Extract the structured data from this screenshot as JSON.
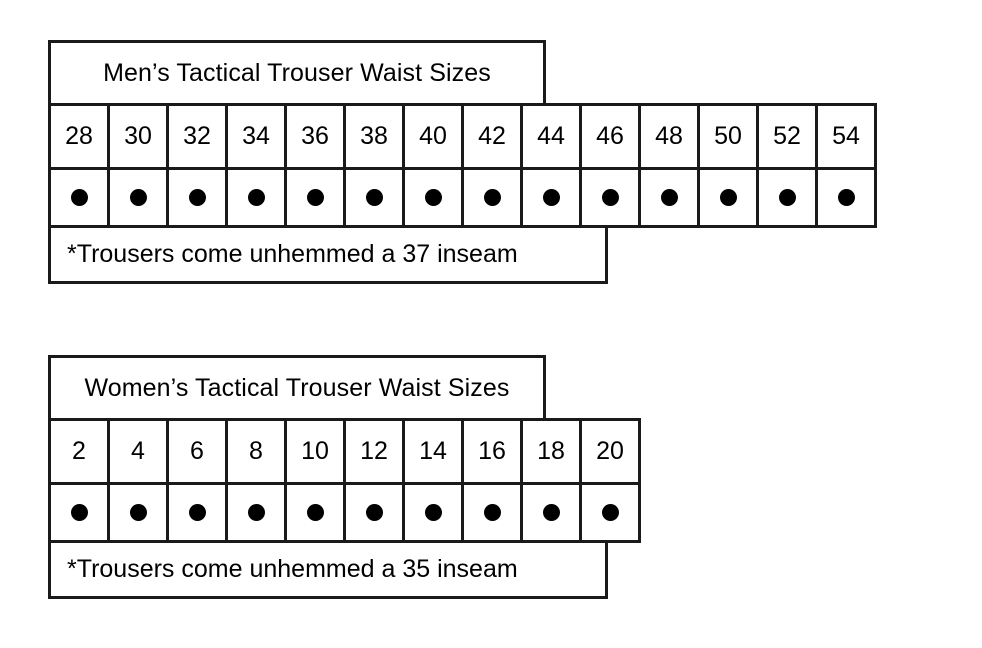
{
  "page": {
    "background": "#ffffff",
    "text_color": "#000000",
    "border_color": "#1a1a1a"
  },
  "tables": [
    {
      "id": "mens-waist-sizes",
      "title": "Men’s Tactical Trouser Waist Sizes",
      "sizes": [
        "28",
        "30",
        "32",
        "34",
        "36",
        "38",
        "40",
        "42",
        "44",
        "46",
        "48",
        "50",
        "52",
        "54"
      ],
      "availability_marker": "●",
      "availability": [
        true,
        true,
        true,
        true,
        true,
        true,
        true,
        true,
        true,
        true,
        true,
        true,
        true,
        true
      ],
      "footnote": "*Trousers come unhemmed a 37 inseam"
    },
    {
      "id": "womens-waist-sizes",
      "title": "Women’s Tactical Trouser Waist Sizes",
      "sizes": [
        "2",
        "4",
        "6",
        "8",
        "10",
        "12",
        "14",
        "16",
        "18",
        "20"
      ],
      "availability_marker": "●",
      "availability": [
        true,
        true,
        true,
        true,
        true,
        true,
        true,
        true,
        true,
        true
      ],
      "footnote": "*Trousers come unhemmed a 35 inseam"
    }
  ]
}
